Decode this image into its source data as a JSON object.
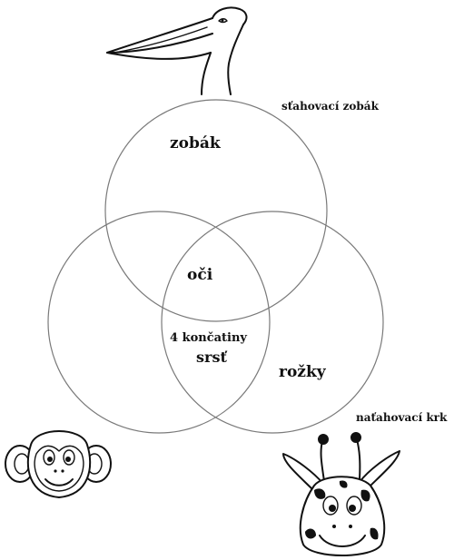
{
  "sets": [
    {
      "id": "pelican",
      "icon": "pelican-icon"
    },
    {
      "id": "monkey",
      "icon": "monkey-icon"
    },
    {
      "id": "giraffe",
      "icon": "giraffe-icon"
    }
  ],
  "labels": {
    "pelican_only": "zobák",
    "pelican_all": "oči",
    "monkey_giraffe_line1": "4 končatiny",
    "monkey_giraffe_line2": "srsť",
    "giraffe_only": "rožky",
    "pelican_extra": "sťahovací zobák",
    "giraffe_extra": "naťahovací krk"
  },
  "colors": {
    "circle_stroke": "#7a7a7a",
    "ink": "#111111",
    "background": "#ffffff"
  }
}
